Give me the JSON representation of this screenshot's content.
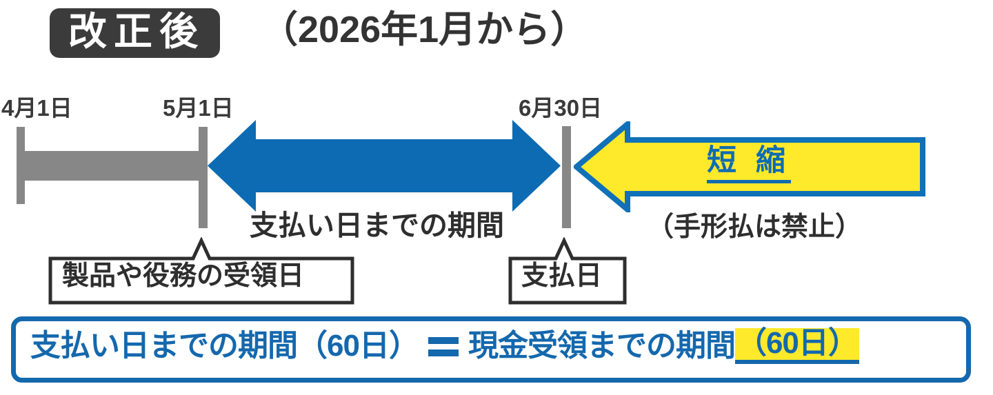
{
  "title": {
    "badge": "改正後",
    "subtitle": "（2026年1月から）"
  },
  "timeline": {
    "dates": [
      {
        "id": "apr",
        "label": "4月1日"
      },
      {
        "id": "may",
        "label": "5月1日"
      },
      {
        "id": "jun",
        "label": "6月30日"
      }
    ],
    "period_caption": "支払い日までの期間",
    "note_caption": "（手形払は禁止）",
    "shorten_arrow_label": "短 縮",
    "callouts": [
      {
        "id": "receipt",
        "label": "製品や役務の受領日"
      },
      {
        "id": "payday",
        "label": "支払日"
      }
    ]
  },
  "summary": {
    "left": "支払い日までの期間（60日）",
    "equals_symbol": "＝",
    "right": "現金受領までの期間",
    "highlight": "（60日）"
  },
  "colors": {
    "badge_bg": "#3b3b3b",
    "text_dark": "#2e2e2e",
    "gray_bar": "#878787",
    "blue": "#0c6bb3",
    "blue_border": "#1468ad",
    "yellow": "#ffe92b",
    "white": "#ffffff"
  }
}
